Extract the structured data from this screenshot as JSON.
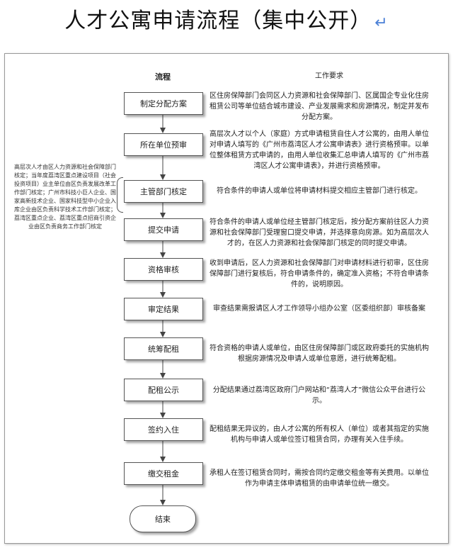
{
  "title": "人才公寓申请流程（集中公开）",
  "return_mark": "↵",
  "headers": {
    "flow": "流程",
    "requirements": "工作要求"
  },
  "side_note": "高层次人才由区人力资源和社会保障部门核定；当年度荔湾区重点建设项目（社会投资项目）业主单位由区负责发展改革工作部门核定；广州市科技小巨人企业、国家高新技术企业、国家科技型中小企业入库企业由区负责科学技术工作部门核定；荔湾区重点企业、荔湾区重点招商引资企业由区负责商务工作部门核定",
  "steps": [
    {
      "label": "制定分配方案",
      "requirement": "区住房保障部门会同区人力资源和社会保障部门、区属国企专业化住房租赁公司等单位结合城市建设、产业发展需求和房源情况，制定并发布分配方案。"
    },
    {
      "label": "所在单位预审",
      "requirement": "高层次人才以个人（家庭）方式申请租赁自住人才公寓的，由用人单位对申请人填写的《广州市荔湾区人才公寓申请表》进行资格预审。以单位整体租赁方式申请的，由用人单位收集汇总申请人填写的《广州市荔湾区人才公寓申请表》，并进行资格预审。"
    },
    {
      "label": "主管部门核定",
      "requirement": "符合条件的申请人或单位将申请材料提交相应主管部门进行核定。"
    },
    {
      "label": "提交申请",
      "requirement": "符合条件的申请人或单位经主管部门核定后，按分配方案前往区人力资源和社会保障部门受理窗口提交申请，并选择意向房源。如为高层次人才的，在区人力资源和社会保障部门核定的同时提交申请。"
    },
    {
      "label": "资格审核",
      "requirement": "收到申请后，区人力资源和社会保障部门对申请材料进行初审，区住房保障部门进行复核后，符合申请条件的，确定准入资格；不符合申请条件的，说明原因。"
    },
    {
      "label": "审定结果",
      "requirement": "审查结果需报请区人才工作领导小组办公室（区委组织部）审核备案"
    },
    {
      "label": "统筹配租",
      "requirement": "符合资格的申请人或单位，由区住房保障部门或区政府委托的实施机构根据房源情况及申请人或单位意愿，进行统筹配租。"
    },
    {
      "label": "配租公示",
      "requirement": "分配结果通过荔湾区政府门户网站和“荔湾人才”微信公众平台进行公示。"
    },
    {
      "label": "签约入住",
      "requirement": "配租结果无异议的，由人才公寓的所有权人（单位）或者其指定的实施机构与申请人或单位签订租赁合同，办理有关入住手续。"
    },
    {
      "label": "缴交租金",
      "requirement": "承租人在签订租赁合同时，需按合同约定缴交租金等有关费用。以单位作为申请主体申请租赁的由申请单位统一缴交。"
    }
  ],
  "end_label": "结束"
}
